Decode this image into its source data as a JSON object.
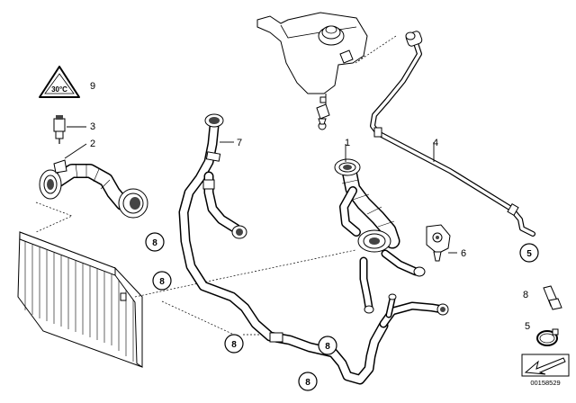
{
  "diagram": {
    "callouts": {
      "c1": "1",
      "c2": "2",
      "c3": "3",
      "c4": "4",
      "c5_legend": "5",
      "c6": "6",
      "c7": "7",
      "c8_legend": "8",
      "c9": "9"
    },
    "circled_labels": {
      "b1": "8",
      "b2": "8",
      "b3": "8",
      "b4": "8",
      "b5": "8",
      "b6": "5"
    },
    "warning_symbol_text": "30°C",
    "document_number": "00158529"
  }
}
